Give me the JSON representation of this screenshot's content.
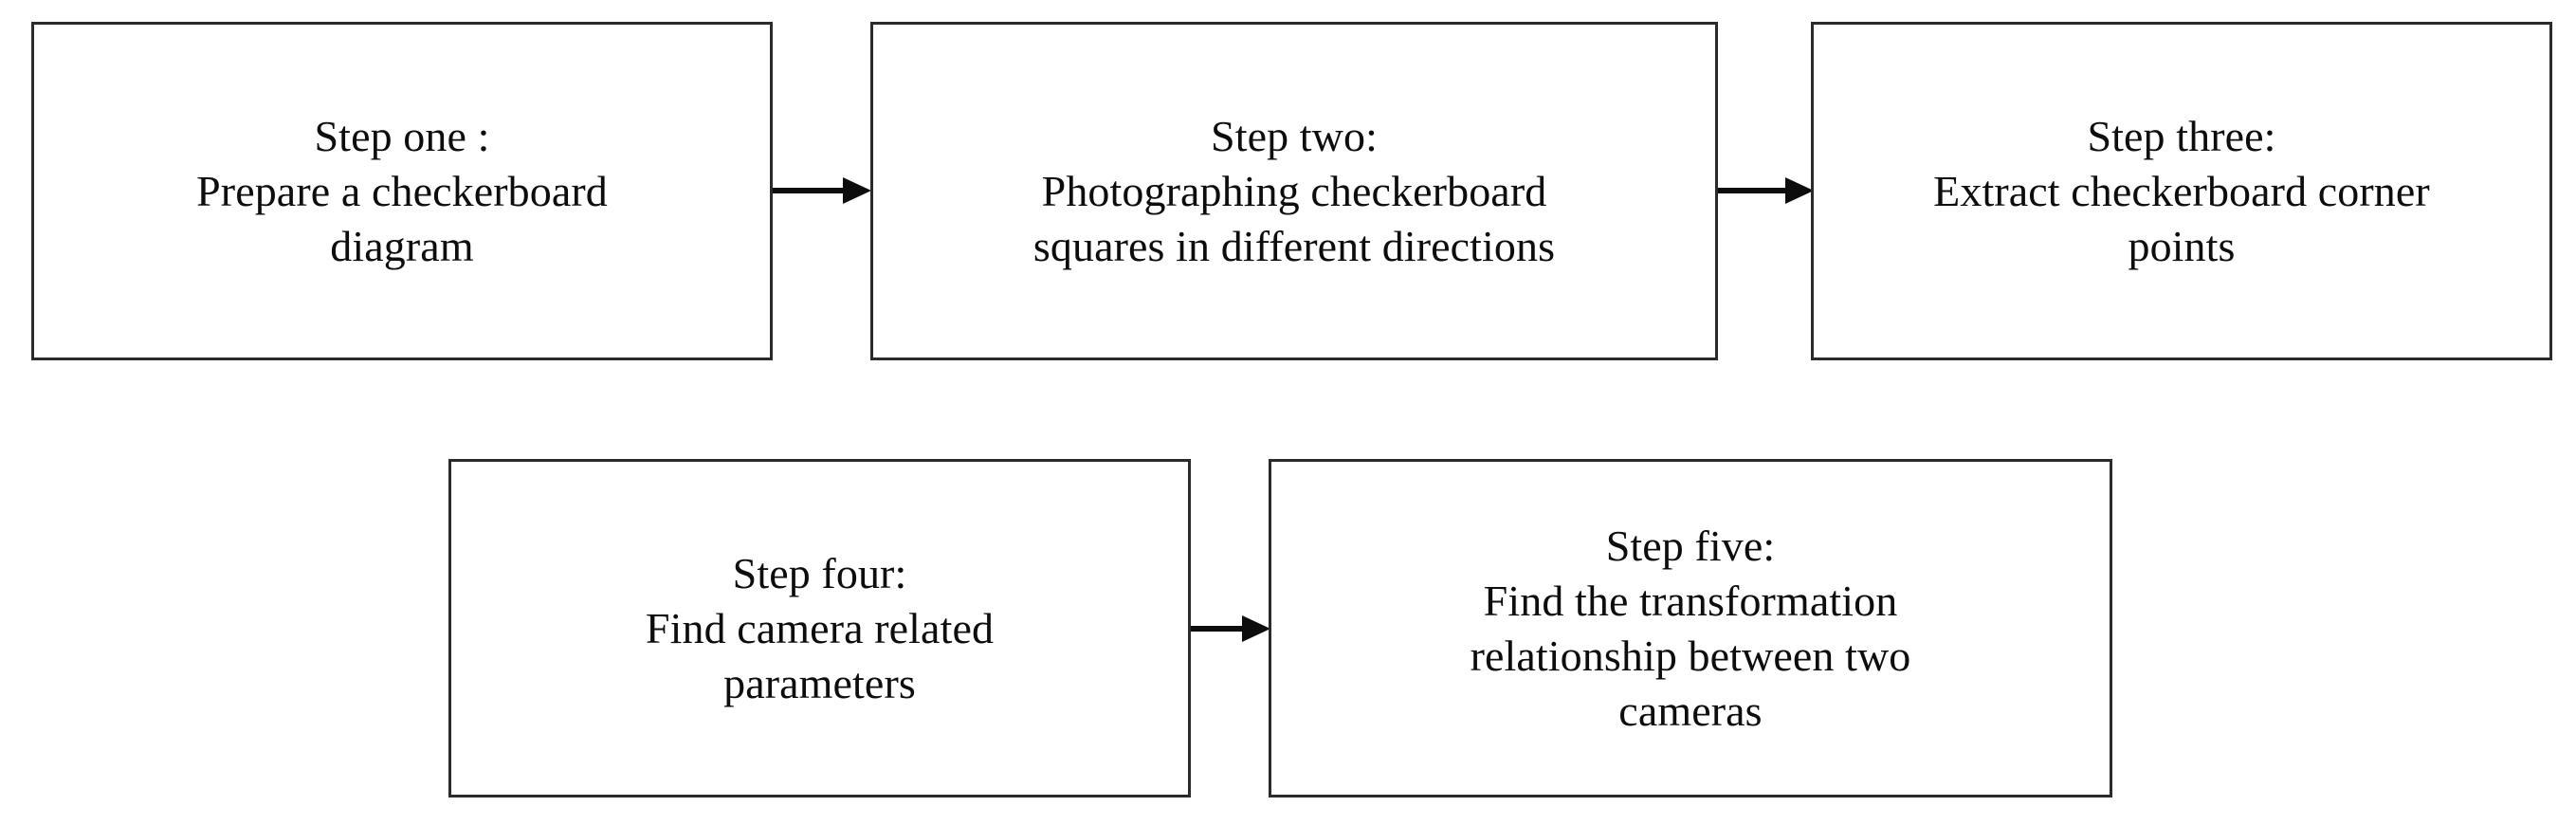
{
  "diagram": {
    "type": "flowchart",
    "orientation": "left-to-right, two rows",
    "nodes": [
      {
        "id": "step-one",
        "title": "Step one :",
        "body": "Prepare a checkerboard\ndiagram",
        "text": "Step one :\nPrepare a checkerboard\ndiagram"
      },
      {
        "id": "step-two",
        "title": "Step two:",
        "body": "Photographing checkerboard\nsquares in different directions",
        "text": "Step two:\nPhotographing checkerboard\nsquares in different directions"
      },
      {
        "id": "step-three",
        "title": "Step three:",
        "body": "Extract checkerboard corner\npoints",
        "text": "Step three:\nExtract checkerboard corner\npoints"
      },
      {
        "id": "step-four",
        "title": "Step four:",
        "body": "Find camera related\nparameters",
        "text": "Step four:\nFind camera related\nparameters"
      },
      {
        "id": "step-five",
        "title": "Step five:",
        "body": "Find the transformation\nrelationship between two\ncameras",
        "text": "Step five:\nFind the transformation\nrelationship between two\ncameras"
      }
    ],
    "edges": [
      {
        "id": "one-to-two",
        "from": "step-one",
        "to": "step-two",
        "label": ""
      },
      {
        "id": "two-to-three",
        "from": "step-two",
        "to": "step-three",
        "label": ""
      },
      {
        "id": "four-to-five",
        "from": "step-four",
        "to": "step-five",
        "label": ""
      }
    ],
    "colors": {
      "background": "#ffffff",
      "box_border": "#2b2b2b",
      "box_fill": "#ffffff",
      "text": "#0d0d0d",
      "arrow": "#0d0d0d"
    }
  }
}
